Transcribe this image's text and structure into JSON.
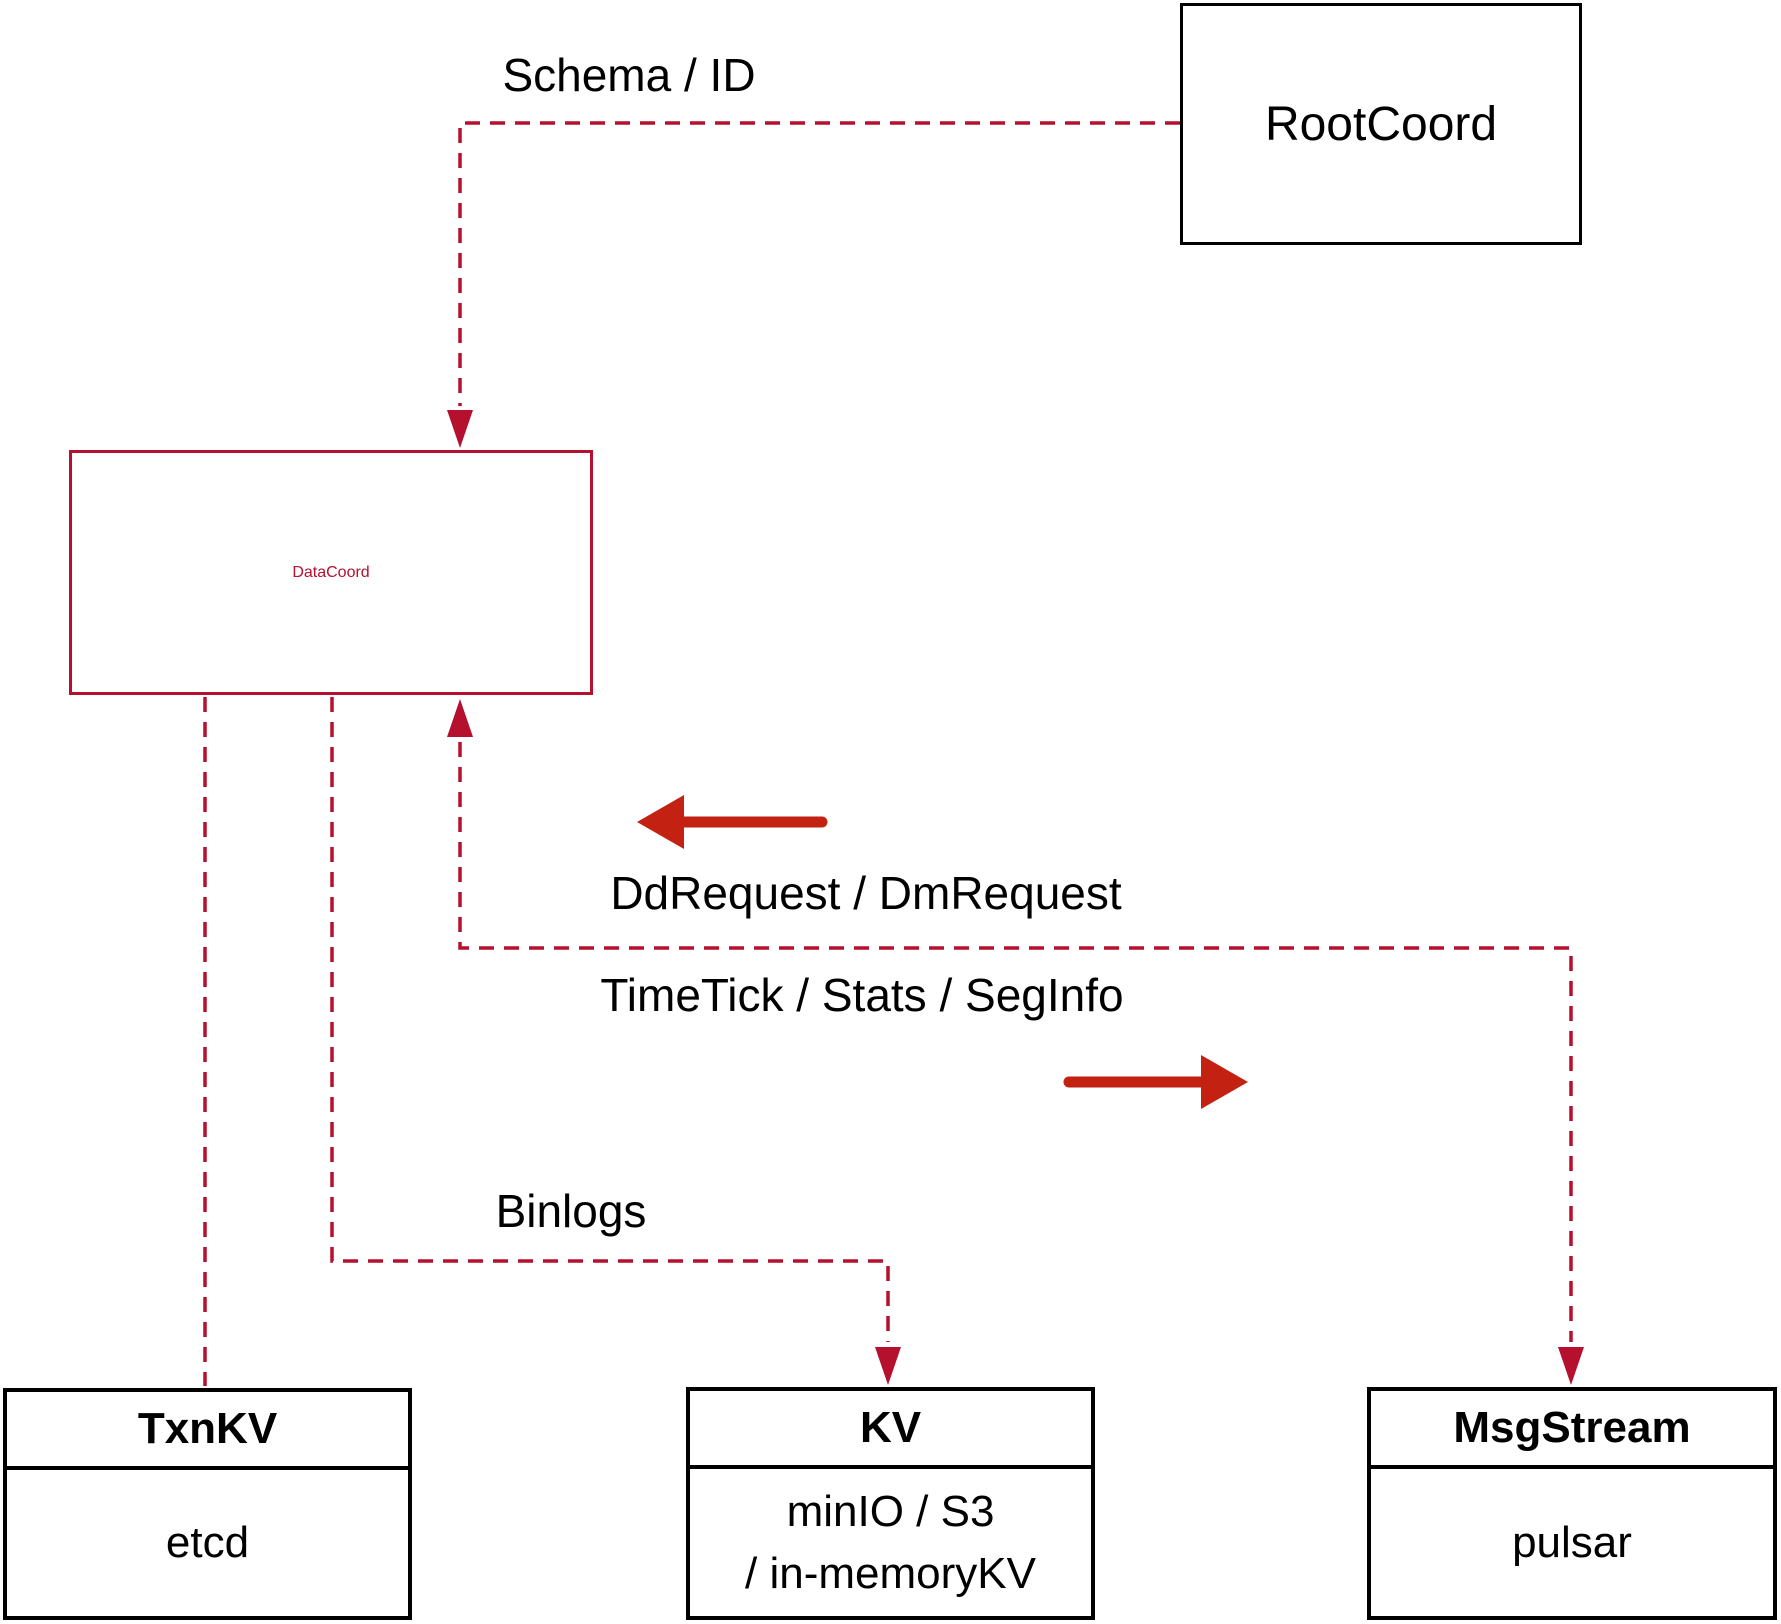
{
  "diagram": {
    "colors": {
      "line_red": "#b5102d",
      "arrow_red": "#c32112",
      "box_black": "#000000"
    },
    "nodes": {
      "rootcoord": {
        "label": "RootCoord"
      },
      "datacoord": {
        "label": "DataCoord"
      },
      "txnkv": {
        "title": "TxnKV",
        "subtitle": "etcd"
      },
      "kv": {
        "title": "KV",
        "subtitle_line1": "minIO / S3",
        "subtitle_line2": "/ in-memoryKV"
      },
      "msgstream": {
        "title": "MsgStream",
        "subtitle": "pulsar"
      }
    },
    "edge_labels": {
      "schema": "Schema / ID",
      "ddrequest": "DdRequest / DmRequest",
      "timetick": "TimeTick / Stats / SegInfo",
      "binlogs": "Binlogs"
    }
  }
}
